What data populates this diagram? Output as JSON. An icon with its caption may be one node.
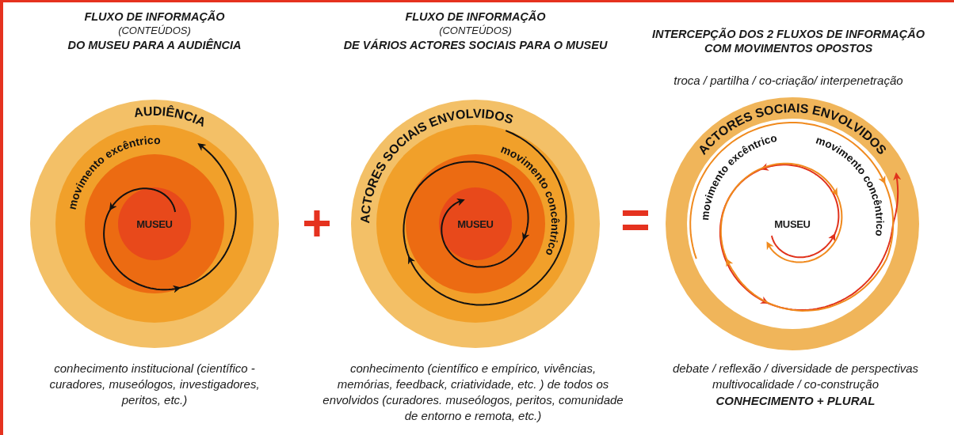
{
  "diagram": {
    "nodes": [
      {
        "text": [
          "AUDIÊNCIA"
        ]
      },
      {
        "text": [
          "MUSEU"
        ],
        "in": 0
      },
      {
        "text": [
          "ACTORES SOCIAIS ENVOLVIDOS"
        ]
      },
      {
        "text": [
          "MUSEU"
        ],
        "in": 2
      },
      {
        "text": [
          "ACTORES SOCIAIS ENVOLVIDOS"
        ]
      },
      {
        "text": [
          "MUSEU"
        ],
        "in": 4
      }
    ],
    "labels": [
      "FLUXO DE INFORMAÇÃO",
      "(CONTEÚDOS)",
      "DO MUSEU PARA A AUDIÊNCIA",
      "FLUXO DE INFORMAÇÃO",
      "(CONTEÚDOS)",
      "DE VÁRIOS ACTORES SOCIAIS PARA O MUSEU",
      "INTERCEPÇÃO DOS 2 FLUXOS DE INFORMAÇÃO COM MOVIMENTOS OPOSTOS",
      "troca / partilha / co-criação/ interpenetração",
      "movimento excêntrico",
      "+",
      "movimento concêntrico",
      "=",
      "movimento excêntrico",
      "movimento concêntrico",
      "conhecimento institucional (científico -curadores, museólogos, investigadores, peritos, etc.)",
      "conhecimento (científico e empírico, vivências, memórias, feedback, criatividade, etc. ) de todos os envolvidos (curadores. museólogos, peritos, comunidade de entorno e remota, etc.)",
      "debate / reflexão / diversidade de perspectivas multivocalidade / co-construção",
      "CONHECIMENTO + PLURAL"
    ]
  }
}
